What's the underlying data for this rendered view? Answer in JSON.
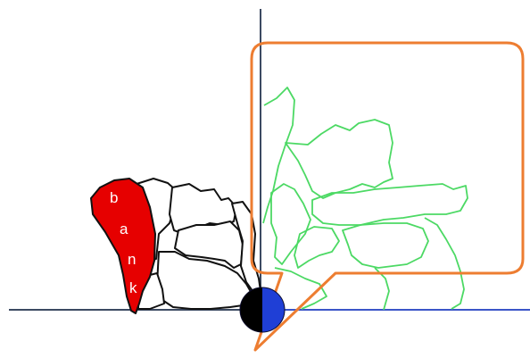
{
  "diagram": {
    "region_labels": [
      "b",
      "a",
      "n",
      "k"
    ],
    "colors": {
      "region_fill": "#e60000",
      "callout_border": "#ed7d31",
      "reflected_outline": "#4cd964",
      "axis_line": "#3c4a62",
      "axis_line_right": "#3b55c8",
      "pivot_left": "#000000",
      "pivot_right": "#1f3fd6"
    }
  }
}
